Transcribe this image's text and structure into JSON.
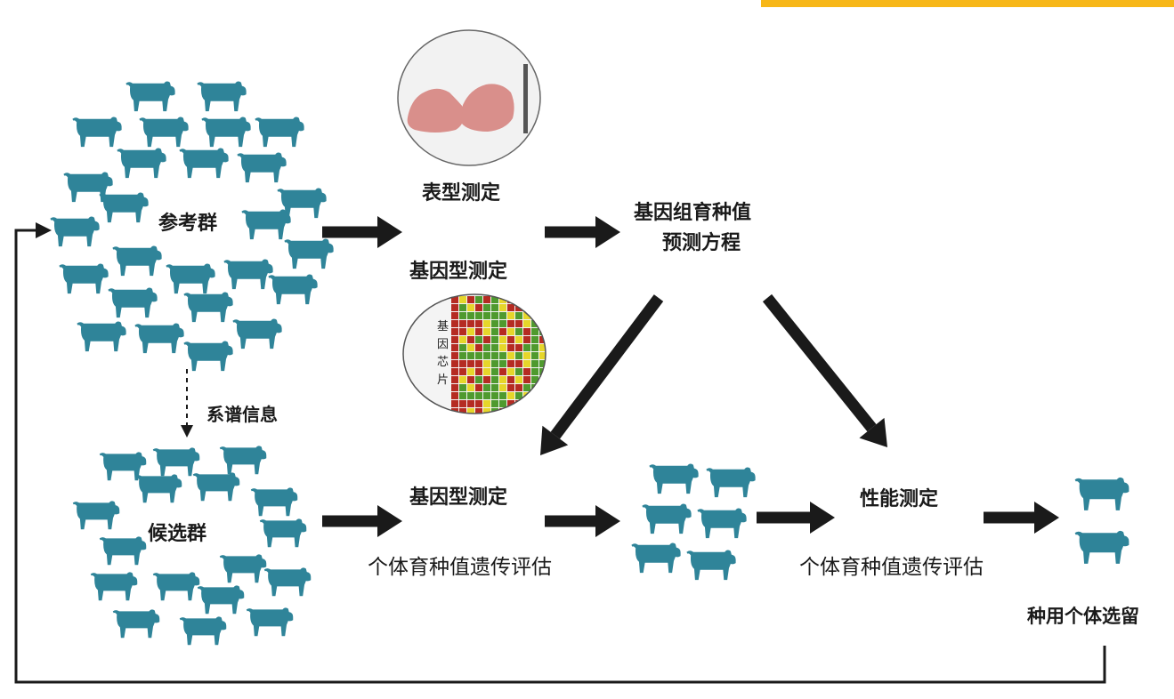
{
  "colors": {
    "pig": "#2f8499",
    "arrow": "#1a1a1a",
    "accent_bar": "#f7b718",
    "meat": "#d98f8b",
    "chip_red": "#b52b22",
    "chip_yellow": "#e6d62a",
    "chip_green": "#4f9a2e"
  },
  "labels": {
    "reference_group": "参考群",
    "phenotype": "表型测定",
    "genotype_top": "基因型测定",
    "chip_text": [
      "基",
      "因",
      "芯",
      "片"
    ],
    "equation": [
      "基因组育种值",
      "预测方程"
    ],
    "pedigree": "系谱信息",
    "candidate_group": "候选群",
    "genotype_bottom": "基因型测定",
    "ebv_left": "个体育种值遗传评估",
    "performance": "性能测定",
    "ebv_right": "个体育种值遗传评估",
    "selection": "种用个体选留"
  }
}
